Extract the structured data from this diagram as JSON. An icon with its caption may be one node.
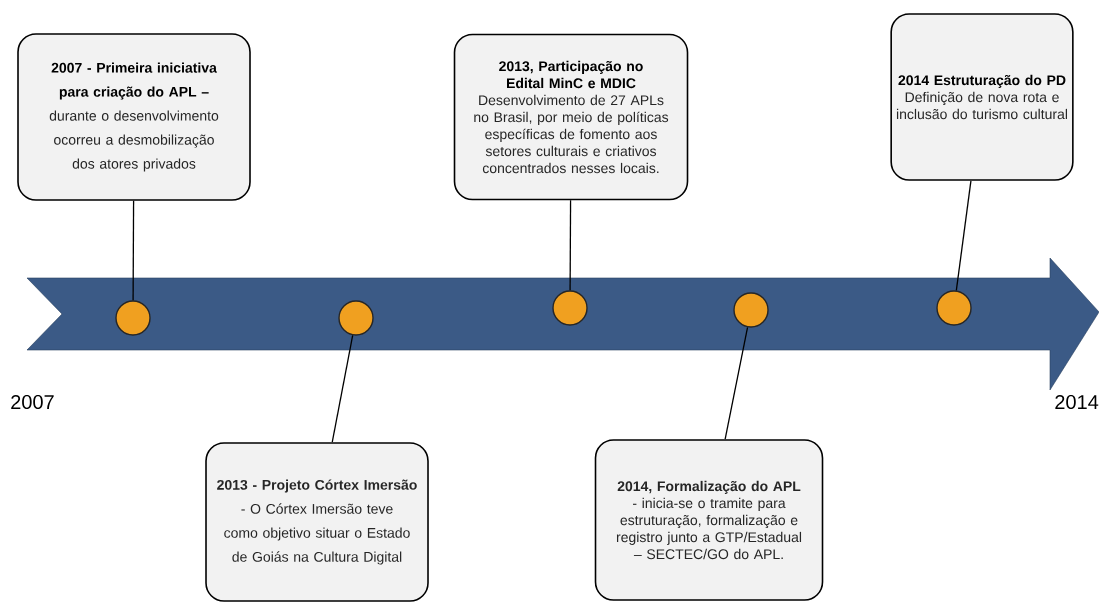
{
  "diagram": {
    "nodes": [
      {
        "text": [
          "2007 - Primeira iniciativa para criação do APL –",
          "durante o desenvolvimento ocorreu a desmobilização dos atores privados"
        ]
      },
      {
        "text": [
          "2013, Participação no Edital MinC e MDIC",
          "Desenvolvimento de 27 APLs no Brasil, por meio de políticas específicas de fomento aos setores culturais e criativos concentrados nesses locais."
        ]
      },
      {
        "text": [
          "2014 Estruturação do PD",
          "Definição de nova rota e inclusão do turismo cultural"
        ]
      },
      {
        "text": [],
        "shape": "circle"
      },
      {
        "text": [],
        "shape": "circle"
      },
      {
        "text": [],
        "shape": "circle"
      },
      {
        "text": [],
        "shape": "circle"
      },
      {
        "text": [],
        "shape": "circle"
      },
      {
        "text": [
          "**2013 - Projeto Córtex Imersão** - O Córtex Imersão teve como objetivo situar o Estado de Goiás na Cultura Digital"
        ]
      },
      {
        "text": [
          "**2014, Formalização do APL** - inicia-se o tramite para estruturação, formalização e registro junto a GTP/Estadual – SECTEC/GO do APL."
        ]
      }
    ],
    "edges": [
      {
        "from": 0,
        "to": 3,
        "arrow": "none"
      },
      {
        "from": 8,
        "to": 4,
        "arrow": "none"
      },
      {
        "from": 1,
        "to": 5,
        "arrow": "none"
      },
      {
        "from": 9,
        "to": 6,
        "arrow": "none"
      },
      {
        "from": 2,
        "to": 7,
        "arrow": "none"
      }
    ],
    "labels": [
      "2007",
      "2014"
    ]
  }
}
